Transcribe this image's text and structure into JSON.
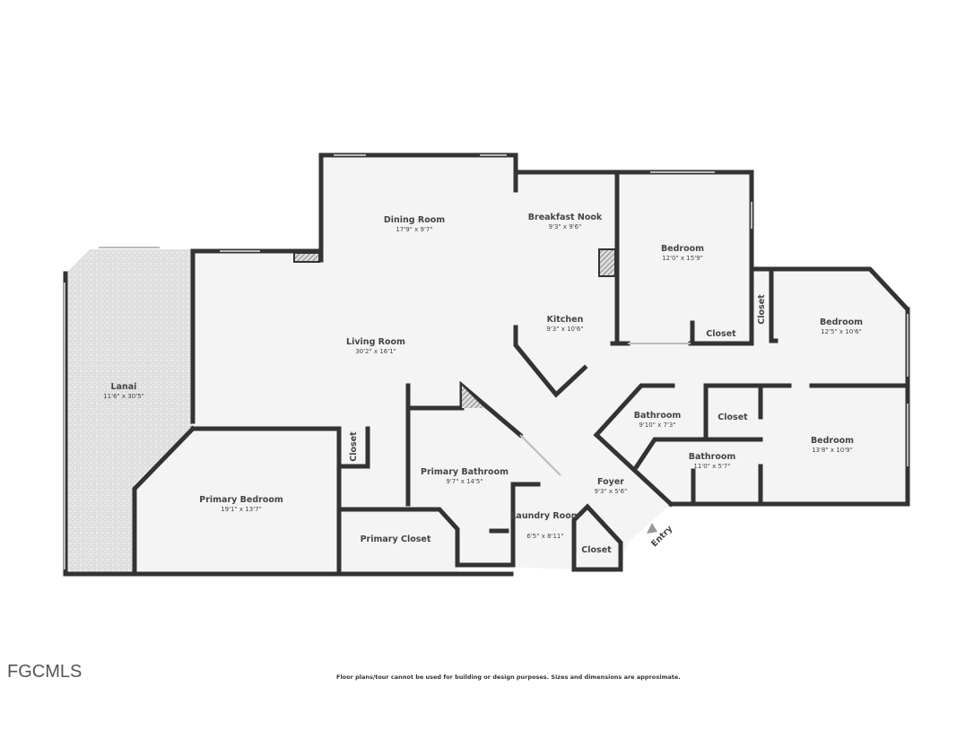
{
  "rooms": [
    {
      "name": "Dining Room",
      "dims": "17'9\" x 9'7\""
    },
    {
      "name": "Breakfast Nook",
      "dims": "9'3\" x 9'6\""
    },
    {
      "name": "Bedroom",
      "dims": "12'0\" x 15'9\""
    },
    {
      "name": "Bedroom",
      "dims": "12'5\" x 10'6\""
    },
    {
      "name": "Living Room",
      "dims": "30'2\" x 16'1\""
    },
    {
      "name": "Kitchen",
      "dims": "9'3\" x 10'6\""
    },
    {
      "name": "Lanai",
      "dims": "11'6\" x 30'5\""
    },
    {
      "name": "Bathroom",
      "dims": "9'10\" x 7'3\""
    },
    {
      "name": "Bathroom",
      "dims": "11'0\" x 5'7\""
    },
    {
      "name": "Bedroom",
      "dims": "13'8\" x 10'9\""
    },
    {
      "name": "Primary Bathroom",
      "dims": "9'7\" x 14'5\""
    },
    {
      "name": "Foyer",
      "dims": "9'3\" x 5'6\""
    },
    {
      "name": "Primary Bedroom",
      "dims": "19'1\" x 13'7\""
    },
    {
      "name": "Laundry Room",
      "dims": "6'5\" x 8'11\""
    }
  ],
  "labels": {
    "closet": "Closet",
    "primary_closet": "Primary Closet",
    "entry": "Entry"
  },
  "footer": {
    "logo": "FGCMLS",
    "disclaimer": "Floor plans/tour cannot be used for building or design purposes. Sizes and dimensions are approximate."
  },
  "colors": {
    "wall": "#333333",
    "floor": "#f4f4f4",
    "lanai": "#e6e6e6"
  }
}
